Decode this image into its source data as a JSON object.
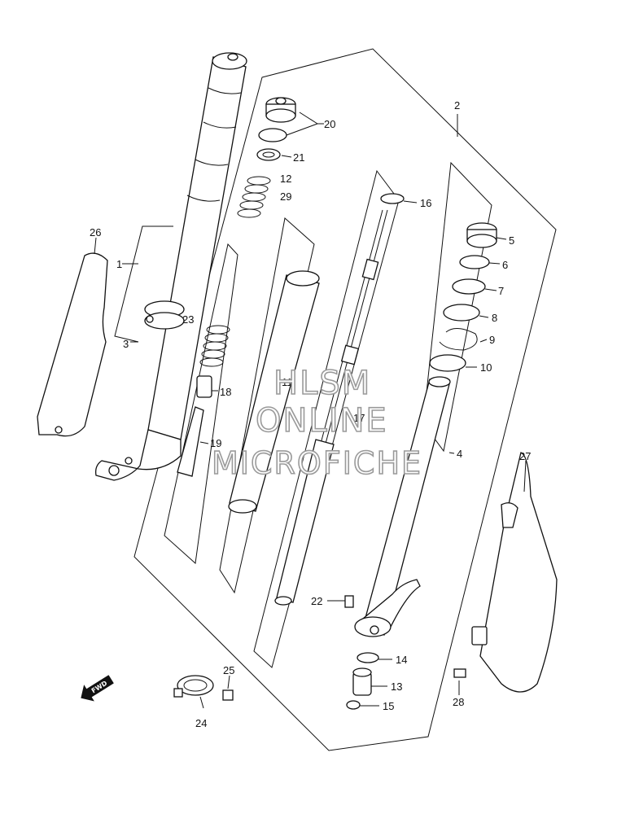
{
  "callouts": {
    "p1": "1",
    "p2": "2",
    "p3": "3",
    "p4": "4",
    "p5": "5",
    "p6": "6",
    "p7": "7",
    "p8": "8",
    "p9": "9",
    "p10": "10",
    "p11": "11",
    "p12": "12",
    "p13": "13",
    "p14": "14",
    "p15": "15",
    "p16": "16",
    "p17": "17",
    "p18": "18",
    "p19": "19",
    "p20": "20",
    "p21": "21",
    "p22": "22",
    "p23": "23",
    "p24": "24",
    "p25": "25",
    "p26": "26",
    "p27": "27",
    "p28": "28",
    "p29": "29"
  },
  "watermark": {
    "line1": "HLSM",
    "line2": "ONLINE",
    "line3": "MICROFICHE"
  },
  "direction_arrow": {
    "label": "FWD",
    "icon": "fwd-arrow-icon"
  }
}
